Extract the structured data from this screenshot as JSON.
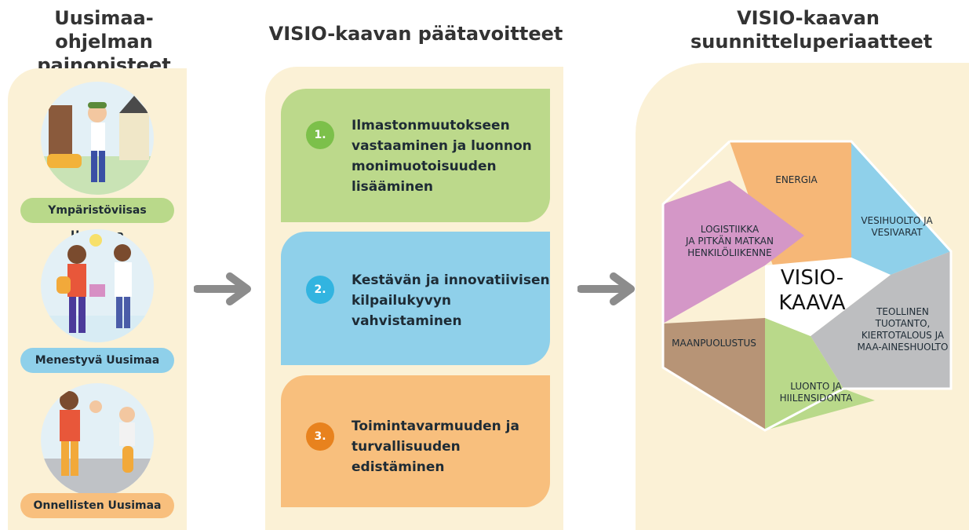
{
  "columns": {
    "left_title_line1": "Uusimaa-ohjelman",
    "left_title_line2": "painopisteet",
    "middle_title": "VISIO-kaavan päätavoitteet",
    "right_title_line1": "VISIO-kaavan",
    "right_title_line2": "suunnitteluperiaatteet"
  },
  "priorities": [
    {
      "label": "Ympäristöviisas Uusimaa",
      "color": "#b9d98a"
    },
    {
      "label": "Menestyvä Uusimaa",
      "color": "#8fd0ea"
    },
    {
      "label": "Onnellisten Uusimaa",
      "color": "#f8bf7d"
    }
  ],
  "goals": [
    {
      "number": "1.",
      "lines": [
        "Ilmastonmuutokseen",
        "vastaaminen ja luonnon",
        "monimuotoisuuden",
        "lisääminen"
      ],
      "color": "#bcd98b",
      "badge_color": "#7cc04a"
    },
    {
      "number": "2.",
      "lines": [
        "Kestävän ja innovatiivisen",
        "kilpailukyvyn vahvistaminen"
      ],
      "color": "#8fd0ea",
      "badge_color": "#32b4e0"
    },
    {
      "number": "3.",
      "lines": [
        "Toimintavarmuuden ja",
        "turvallisuuden edistäminen"
      ],
      "color": "#f8bf7d",
      "badge_color": "#e8821e"
    }
  ],
  "hexagon": {
    "center_line1": "VISIO-",
    "center_line2": "KAAVA",
    "segments": [
      {
        "lines": [
          "ENERGIA"
        ],
        "color": "#f6b777"
      },
      {
        "lines": [
          "VESIHUOLTO JA",
          "VESIVARAT"
        ],
        "color": "#8fd0ea"
      },
      {
        "lines": [
          "TEOLLINEN",
          "TUOTANTO,",
          "KIERTOTALOUS JA",
          "MAA-AINESHUOLTO"
        ],
        "color": "#bdbec0"
      },
      {
        "lines": [
          "LUONTO JA",
          "HIILENSIDONTA"
        ],
        "color": "#b9d98a"
      },
      {
        "lines": [
          "MAANPUOLUSTUS"
        ],
        "color": "#b79476"
      },
      {
        "lines": [
          "LOGISTIIKKA",
          "JA PITKÄN MATKAN",
          "HENKILÖLIIKENNE"
        ],
        "color": "#d497c7"
      }
    ]
  },
  "arrow_color": "#8c8c8c"
}
